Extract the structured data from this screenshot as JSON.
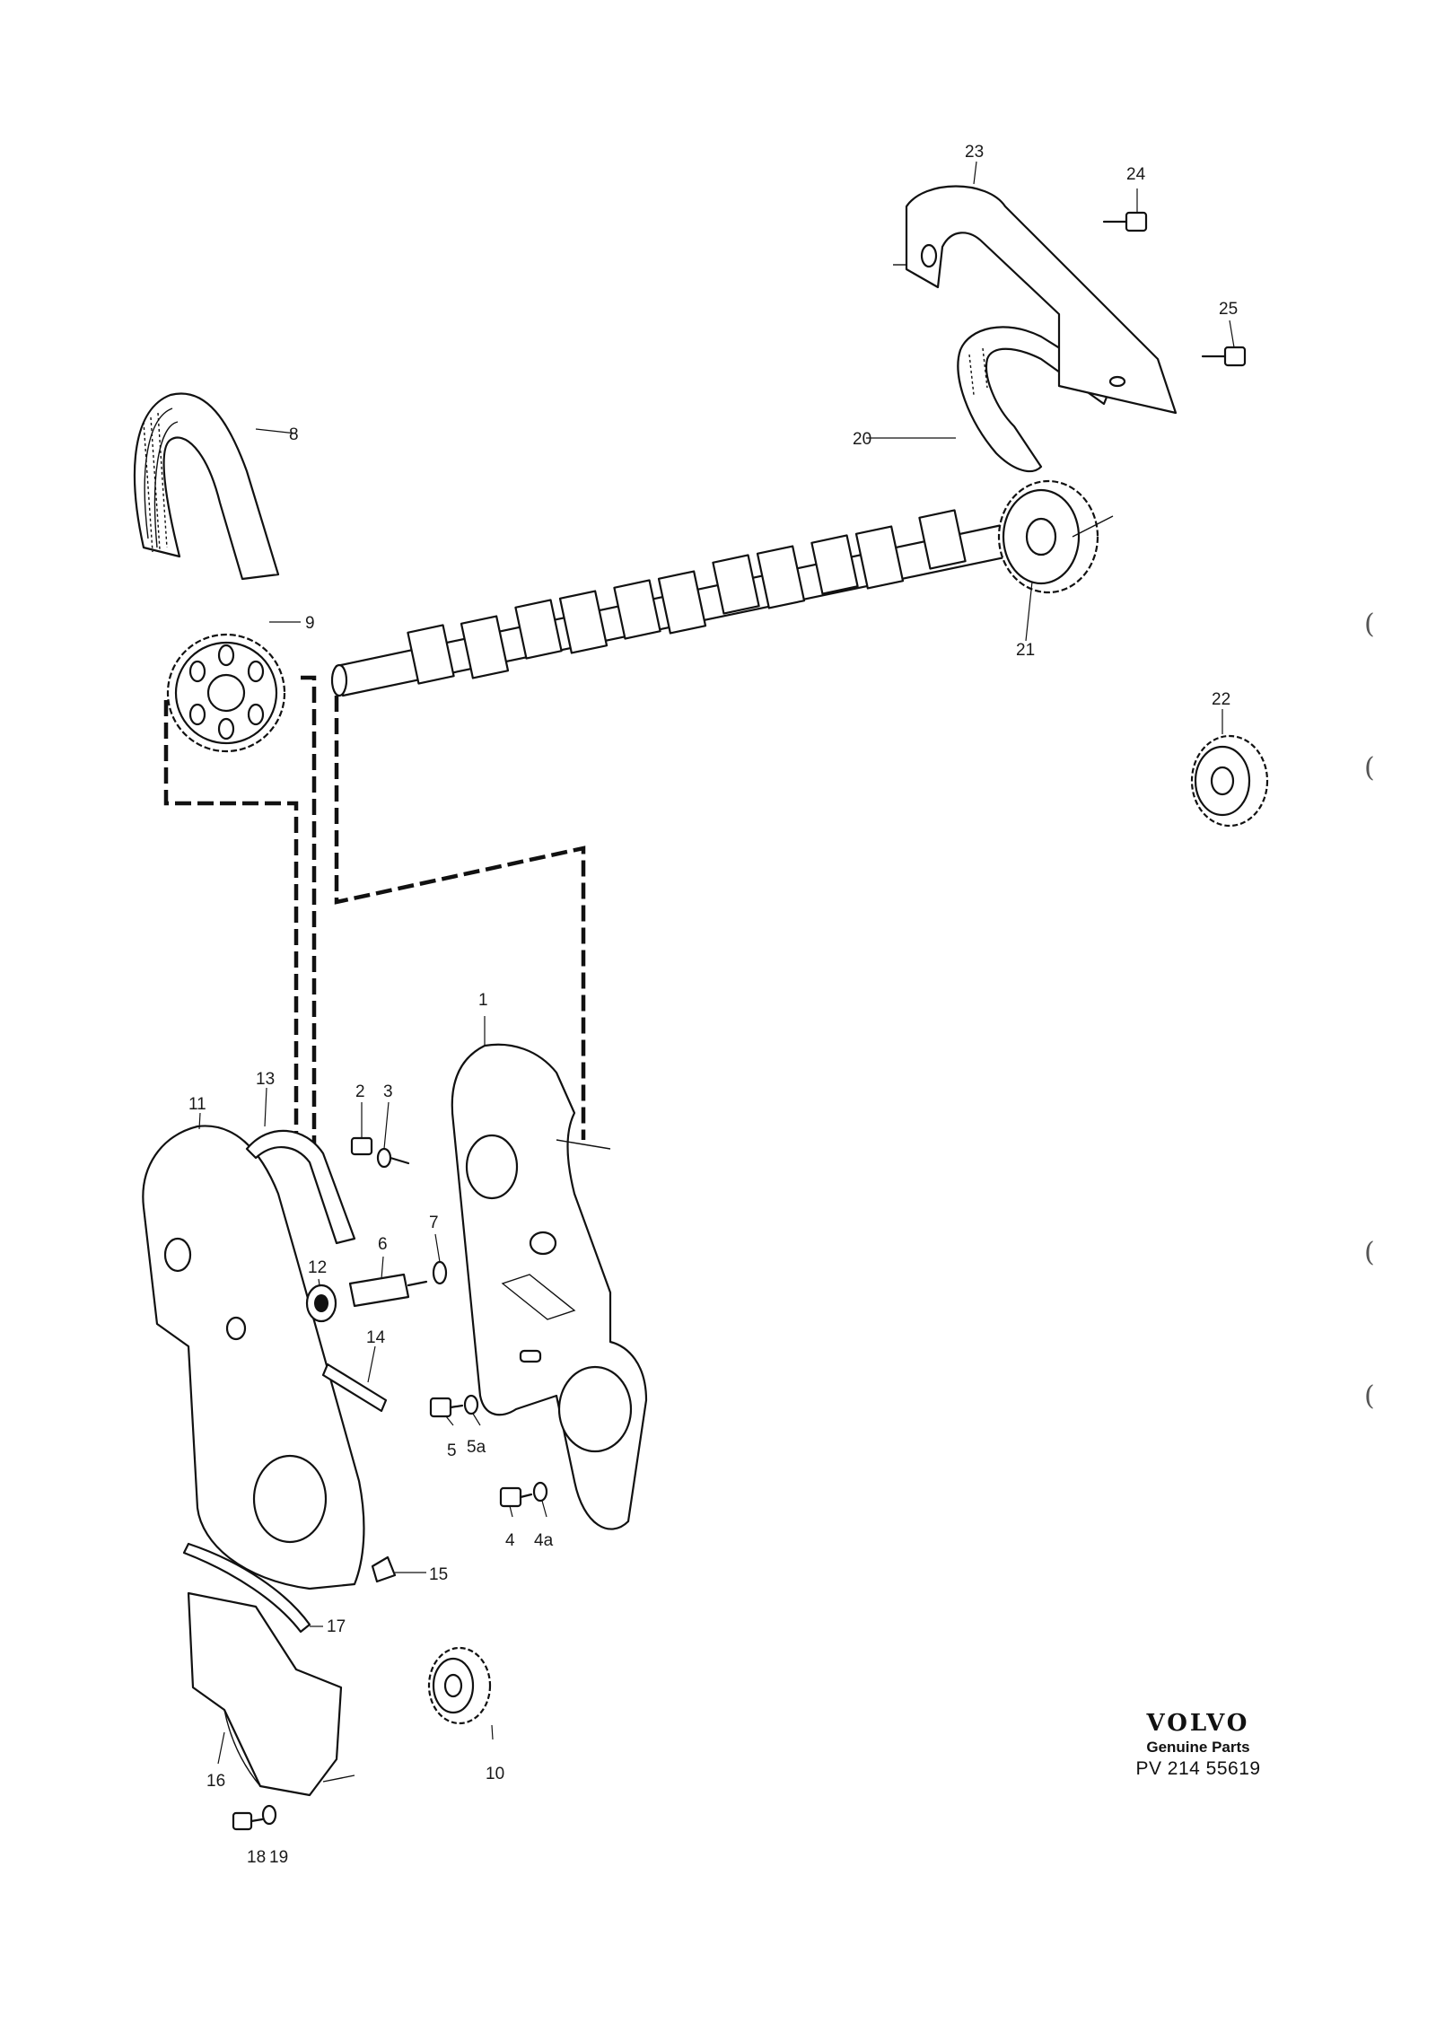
{
  "callouts": [
    {
      "id": "1",
      "label": "1"
    },
    {
      "id": "2",
      "label": "2"
    },
    {
      "id": "3",
      "label": "3"
    },
    {
      "id": "4",
      "label": "4"
    },
    {
      "id": "4a",
      "label": "4a"
    },
    {
      "id": "5",
      "label": "5"
    },
    {
      "id": "5a",
      "label": "5a"
    },
    {
      "id": "6",
      "label": "6"
    },
    {
      "id": "7",
      "label": "7"
    },
    {
      "id": "8",
      "label": "8"
    },
    {
      "id": "9",
      "label": "9"
    },
    {
      "id": "10",
      "label": "10"
    },
    {
      "id": "11",
      "label": "11"
    },
    {
      "id": "12",
      "label": "12"
    },
    {
      "id": "13",
      "label": "13"
    },
    {
      "id": "14",
      "label": "14"
    },
    {
      "id": "15",
      "label": "15"
    },
    {
      "id": "16",
      "label": "16"
    },
    {
      "id": "17",
      "label": "17"
    },
    {
      "id": "18",
      "label": "18"
    },
    {
      "id": "19",
      "label": "19"
    },
    {
      "id": "20",
      "label": "20"
    },
    {
      "id": "21",
      "label": "21"
    },
    {
      "id": "22",
      "label": "22"
    },
    {
      "id": "23",
      "label": "23"
    },
    {
      "id": "24",
      "label": "24"
    },
    {
      "id": "25",
      "label": "25"
    }
  ],
  "brand": {
    "logo": "VOLVO",
    "subtitle": "Genuine Parts",
    "part_number": "PV 214 55619"
  }
}
